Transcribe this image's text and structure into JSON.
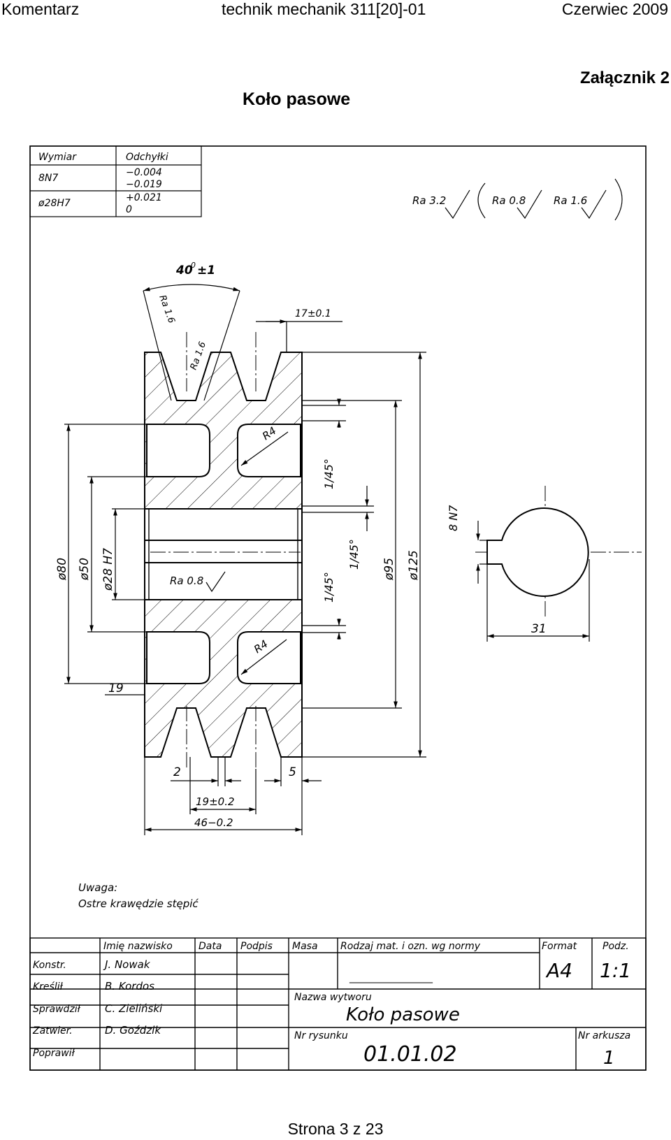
{
  "header": {
    "left": "Komentarz",
    "center": "technik mechanik 311[20]-01",
    "right": "Czerwiec 2009"
  },
  "annex": "Załącznik 2",
  "title": "Koło pasowe",
  "tolerance_table": {
    "col_dimension": "Wymiar",
    "col_deviation": "Odchyłki",
    "rows": [
      {
        "dimension": "8N7",
        "upper": "−0.004",
        "lower": "−0.019"
      },
      {
        "dimension": "ø28H7",
        "upper": "+0.021",
        "lower": "0"
      }
    ]
  },
  "roughness": {
    "general": "Ra 3.2",
    "other_1": "Ra 0.8",
    "other_2": "Ra 1.6"
  },
  "dimensions": {
    "angle": "40°±1",
    "angle_exp": "0",
    "angle_base": "40",
    "angle_tol": "±1",
    "groove_pitch": "17±0.1",
    "ra_groove_1": "Ra 1.6",
    "ra_groove_2": "Ra 1.6",
    "radius_top": "R4",
    "radius_bottom": "R4",
    "chamfer_1": "1/45°",
    "chamfer_2": "1/45°",
    "chamfer_3": "1/45°",
    "d80": "ø80",
    "d50": "ø50",
    "d28": "ø28 H7",
    "d95": "ø95",
    "d125": "ø125",
    "ra_bore": "Ra 0.8",
    "hub_width": "19",
    "w2": "2",
    "w5": "5",
    "w19": "19±0.2",
    "w46": "46−0.2",
    "key_width": "8 N7",
    "key_depth": "31"
  },
  "note": {
    "label": "Uwaga:",
    "text": "Ostre krawędzie stępić"
  },
  "title_block": {
    "col_name": "Imię nazwisko",
    "col_date": "Data",
    "col_sign": "Podpis",
    "col_mass": "Masa",
    "col_material": "Rodzaj mat. i ozn. wg normy",
    "col_format": "Format",
    "col_scale": "Podz.",
    "format": "A4",
    "scale": "1:1",
    "material_value": "_________________",
    "roles": [
      {
        "role": "Konstr.",
        "name": "J. Nowak"
      },
      {
        "role": "Kreślił",
        "name": "B. Kordos"
      },
      {
        "role": "Sprawdził",
        "name": "C. Zieliński"
      },
      {
        "role": "Zatwier.",
        "name": "D. Goździk"
      },
      {
        "role": "Poprawił",
        "name": ""
      }
    ],
    "product_label": "Nazwa wytworu",
    "product": "Koło pasowe",
    "drawing_no_label": "Nr rysunku",
    "drawing_no": "01.01.02",
    "sheet_label": "Nr arkusza",
    "sheet": "1"
  },
  "footer": "Strona 3 z 23"
}
